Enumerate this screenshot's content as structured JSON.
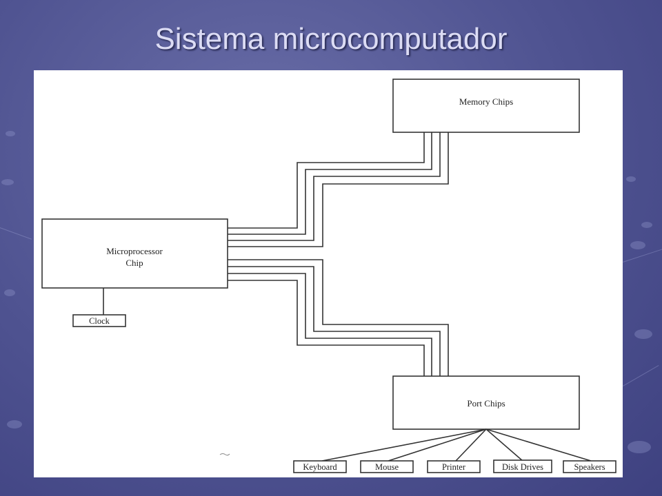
{
  "slide": {
    "title": "Sistema microcomputador"
  },
  "diagram": {
    "nodes": {
      "memory": "Memory Chips",
      "cpu_line1": "Microprocessor",
      "cpu_line2": "Chip",
      "clock": "Clock",
      "port": "Port Chips"
    },
    "devices": [
      "Keyboard",
      "Mouse",
      "Printer",
      "Disk Drives",
      "Speakers"
    ]
  }
}
